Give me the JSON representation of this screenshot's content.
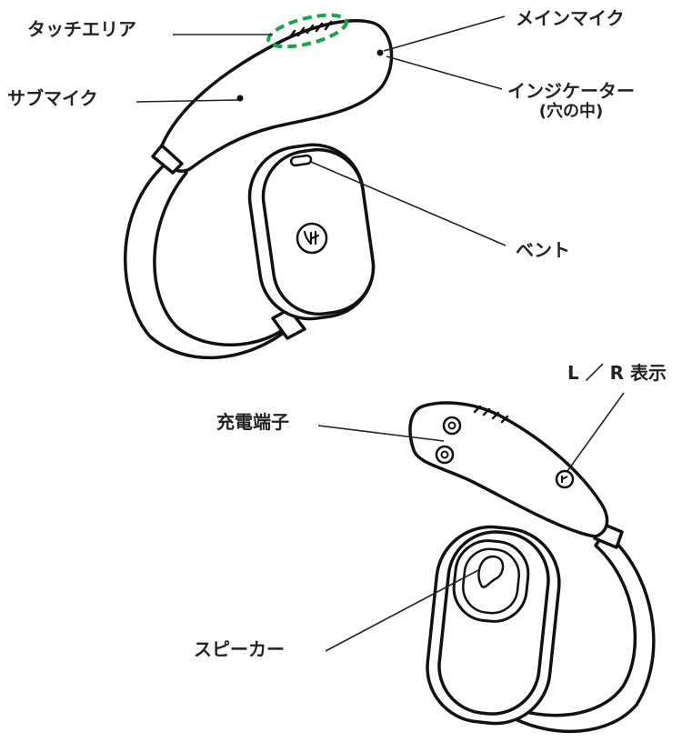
{
  "labels": {
    "touch_area": "タッチエリア",
    "main_mic": "メインマイク",
    "sub_mic": "サブマイク",
    "indicator_line1": "インジケーター",
    "indicator_line2": "(穴の中)",
    "vent": "ベント",
    "lr_mark": "L ／ R 表示",
    "charging_terminal": "充電端子",
    "speaker": "スピーカー"
  },
  "colors": {
    "outline": "#111111",
    "touch_area_highlight": "#1aa34a",
    "label_text": "#222222",
    "background": "#ffffff"
  }
}
